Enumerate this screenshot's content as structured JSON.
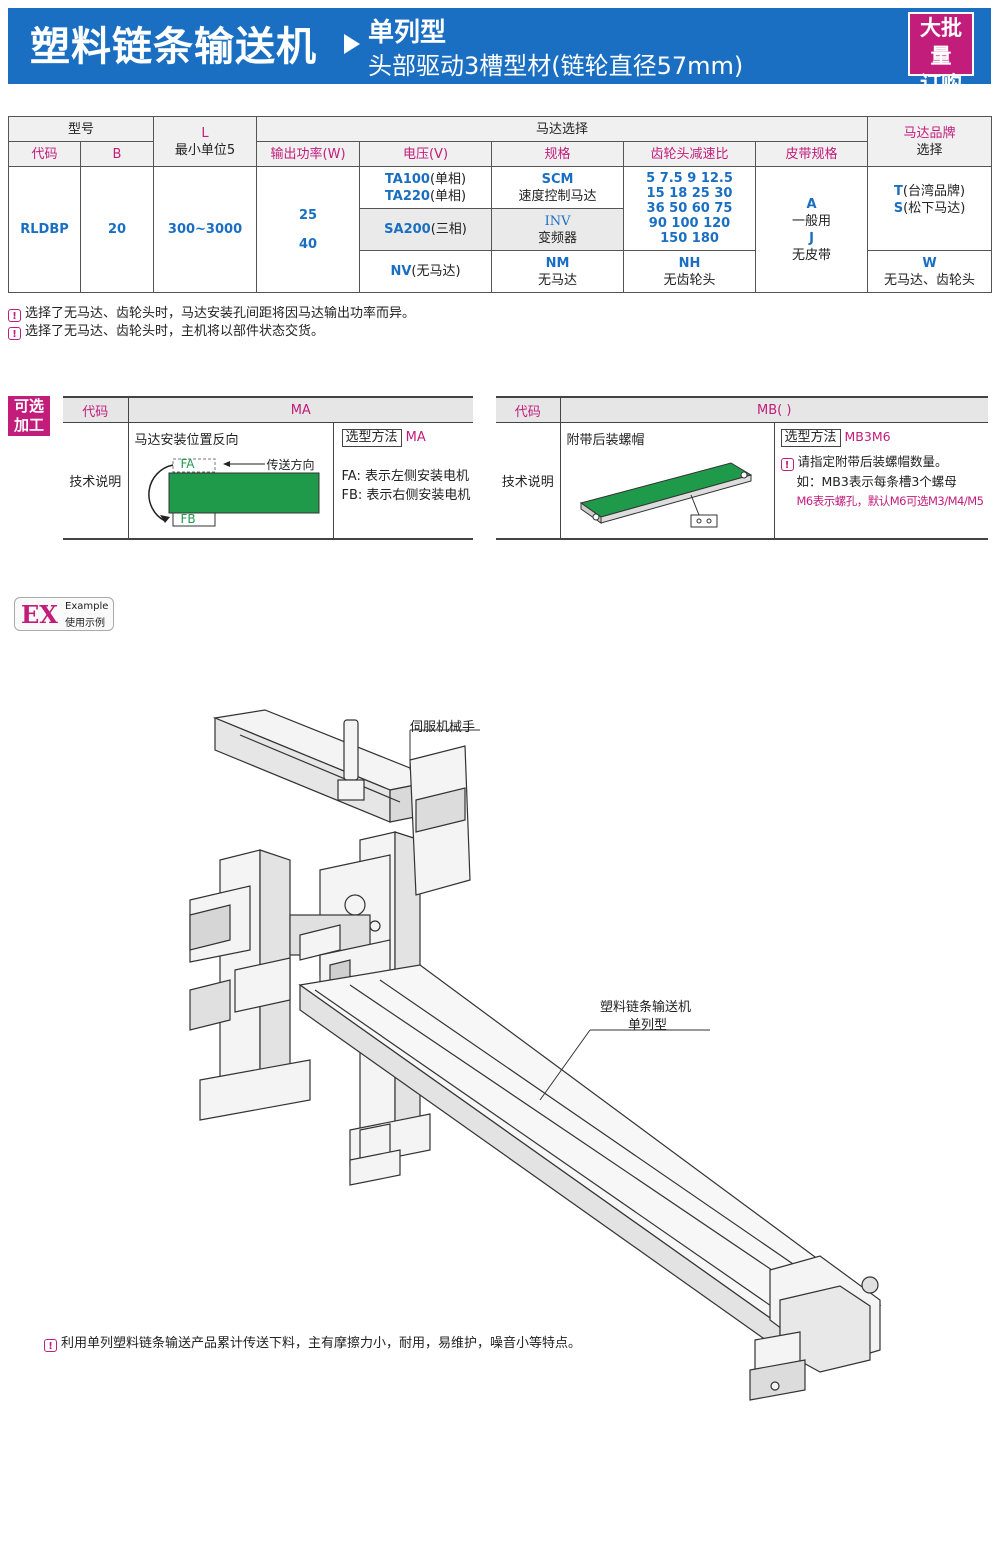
{
  "header": {
    "title": "塑料链条输送机",
    "subtitle1": "单列型",
    "subtitle2": "头部驱动3槽型材(链轮直径57mm)",
    "badge_line1": "大批量",
    "badge_line2": "订购"
  },
  "spec_table": {
    "model": "型号",
    "code": "代码",
    "b": "B",
    "l": "L",
    "l_note": "最小单位5",
    "motor_select": "马达选择",
    "power": "输出功率(W)",
    "voltage": "电压(V)",
    "spec": "规格",
    "gear_ratio": "齿轮头减速比",
    "belt_spec": "皮带规格",
    "brand": "马达品牌",
    "brand_select": "选择",
    "code_val": "RLDBP",
    "b_val": "20",
    "l_val": "300~3000",
    "power_val1": "25",
    "power_val2": "40",
    "v1_a": "TA100",
    "v1_a_note": "(单相)",
    "v1_b": "TA220",
    "v1_b_note": "(单相)",
    "v2": "SA200",
    "v2_note": "(三相)",
    "v3": "NV",
    "v3_note": "(无马达)",
    "spec1": "SCM",
    "spec1_note": "速度控制马达",
    "spec2": "INV",
    "spec2_note": "变频器",
    "spec3": "NM",
    "spec3_note": "无马达",
    "ratio_row1": "5 7.5 9 12.5",
    "ratio_row2": "15 18 25 30",
    "ratio_row3": "36 50 60 75",
    "ratio_row4": "90 100 120",
    "ratio_row5": "150 180",
    "ratio_nh": "NH",
    "ratio_nh_note": "无齿轮头",
    "belt_a": "A",
    "belt_a_note": "一般用",
    "belt_j": "J",
    "belt_j_note": "无皮带",
    "brand_t": "T",
    "brand_t_note": "(台湾品牌)",
    "brand_s": "S",
    "brand_s_note": "(松下马达)",
    "brand_w": "W",
    "brand_w_note": "无马达、齿轮头"
  },
  "notes": [
    "选择了无马达、齿轮头时，马达安装孔间距将因马达输出功率而异。",
    "选择了无马达、齿轮头时，主机将以部件状态交货。"
  ],
  "options": {
    "tag": "可选加工",
    "ma": {
      "code_hdr": "代码",
      "code_val": "MA",
      "row_label": "技术说明",
      "desc": "马达安装位置反向",
      "dir_label": "传送方向",
      "fa": "FA",
      "fb": "FB",
      "method_label": "选型方法",
      "method_val": "MA",
      "fa_desc": "FA: 表示左侧安装电机",
      "fb_desc": "FB: 表示右侧安装电机"
    },
    "mb": {
      "code_hdr": "代码",
      "code_val": "MB( )",
      "row_label": "技术说明",
      "desc": "附带后装螺帽",
      "method_label": "选型方法",
      "method_val": "MB3M6",
      "note1": "请指定附带后装螺帽数量。",
      "note2": "如：MB3表示每条槽3个螺母",
      "note3": "M6表示螺孔，默认M6可选M3/M4/M5"
    }
  },
  "example": {
    "ex": "EX",
    "en": "Example",
    "cn": "使用示例"
  },
  "illustration": {
    "label_robot": "伺服机械手",
    "label_conv1": "塑料链条输送机",
    "label_conv2": "单列型",
    "note": "利用单列塑料链条输送产品累计传送下料，主有摩擦力小，耐用，易维护，噪音小等特点。"
  },
  "colors": {
    "brand_blue": "#1a6fc2",
    "accent_magenta": "#c21d7b",
    "belt_green": "#1f9a4a"
  }
}
